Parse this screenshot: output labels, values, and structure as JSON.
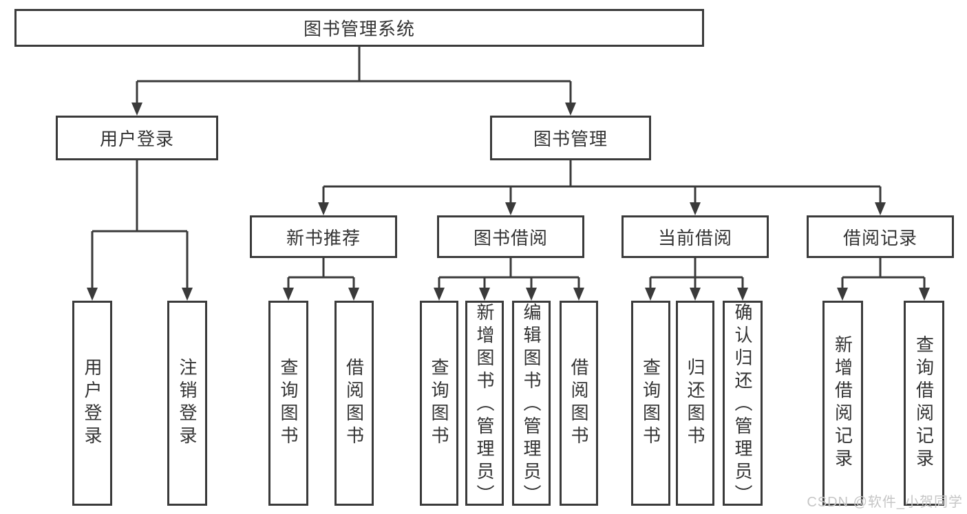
{
  "diagram": {
    "type": "hierarchy-tree",
    "tree": {
      "root": {
        "label": "图书管理系统"
      },
      "children": [
        {
          "label": "用户登录",
          "children": [
            {
              "label": "用户登录"
            },
            {
              "label": "注销登录"
            }
          ]
        },
        {
          "label": "图书管理",
          "children": [
            {
              "label": "新书推荐",
              "children": [
                {
                  "label": "查询图书"
                },
                {
                  "label": "借阅图书"
                }
              ]
            },
            {
              "label": "图书借阅",
              "children": [
                {
                  "label": "查询图书"
                },
                {
                  "label": "新增图书（管理员）"
                },
                {
                  "label": "编辑图书（管理员）"
                },
                {
                  "label": "借阅图书"
                }
              ]
            },
            {
              "label": "当前借阅",
              "children": [
                {
                  "label": "查询图书"
                },
                {
                  "label": "归还图书"
                },
                {
                  "label": "确认归还（管理员）"
                }
              ]
            },
            {
              "label": "借阅记录",
              "children": [
                {
                  "label": "新增借阅记录"
                },
                {
                  "label": "查询借阅记录"
                }
              ]
            }
          ]
        }
      ]
    },
    "colors": {
      "line": "#3a3a3a",
      "text": "#333333",
      "background": "#ffffff",
      "watermark": "#c6c6c6"
    }
  },
  "watermark": {
    "text": "CSDN @软件_小贺同学"
  }
}
